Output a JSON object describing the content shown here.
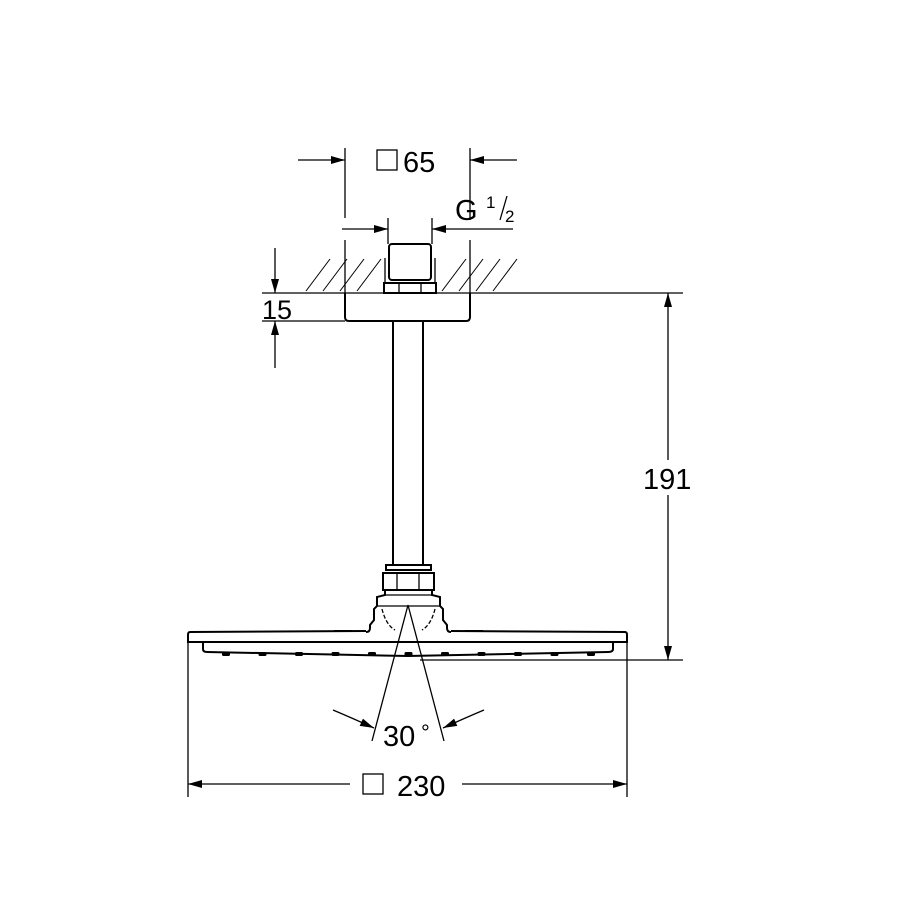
{
  "dimensions": {
    "flange_square": "65",
    "thread": {
      "prefix": "G",
      "num": "1",
      "den": "2"
    },
    "flange_height": "15",
    "total_drop": "191",
    "head_square": "230",
    "spray_angle": "30",
    "degree_symbol": "°",
    "square_symbol": "□"
  }
}
